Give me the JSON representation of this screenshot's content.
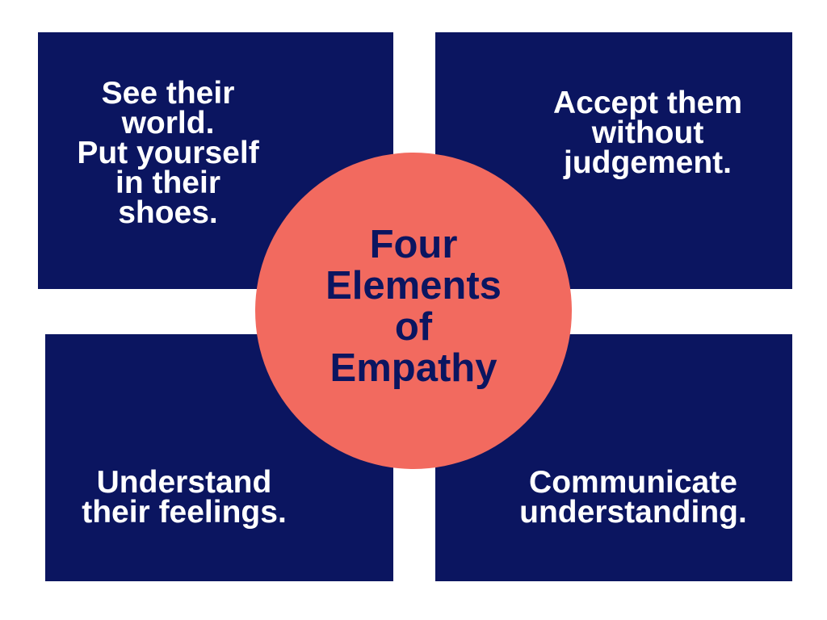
{
  "colors": {
    "background": "#ffffff",
    "box": "#0b1560",
    "box_text": "#ffffff",
    "circle": "#f26a5f",
    "circle_text": "#0b1560"
  },
  "center": {
    "lines": [
      "Four",
      "Elements",
      "of",
      "Empathy"
    ]
  },
  "quadrants": [
    {
      "lines": [
        "See their",
        "world.",
        "Put yourself",
        "in their",
        "shoes."
      ]
    },
    {
      "lines": [
        "Accept them",
        "without",
        "judgement."
      ]
    },
    {
      "lines": [
        "Understand",
        "their feelings."
      ]
    },
    {
      "lines": [
        "Communicate",
        "understanding."
      ]
    }
  ]
}
